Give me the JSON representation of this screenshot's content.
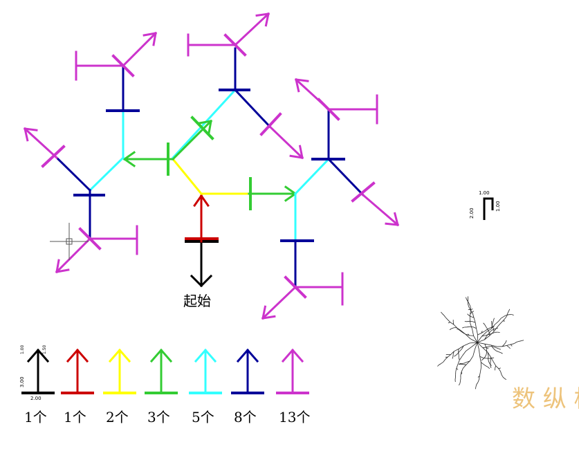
{
  "diagram": {
    "start_label": "起始",
    "legend": [
      {
        "color": "#000000",
        "count_label": "1个"
      },
      {
        "color": "#cc0000",
        "count_label": "1个"
      },
      {
        "color": "#ffff00",
        "count_label": "2个"
      },
      {
        "color": "#33cc33",
        "count_label": "3个"
      },
      {
        "color": "#33ffff",
        "count_label": "5个"
      },
      {
        "color": "#000099",
        "count_label": "8个"
      },
      {
        "color": "#cc33cc",
        "count_label": "13个"
      }
    ],
    "base_dimensions": {
      "top": "1.00",
      "top_right": "1.50",
      "height": "3.00",
      "bottom": "2.00"
    },
    "corner_dimensions": {
      "top": "1.00",
      "left": "2.00",
      "right": "1.00"
    },
    "watermark": "数 纵 横",
    "colors": {
      "black": "#000000",
      "red": "#cc0000",
      "yellow": "#ffff00",
      "green": "#33cc33",
      "cyan": "#33ffff",
      "blue": "#000099",
      "magenta": "#cc33cc",
      "watermark": "#e8b050"
    }
  }
}
